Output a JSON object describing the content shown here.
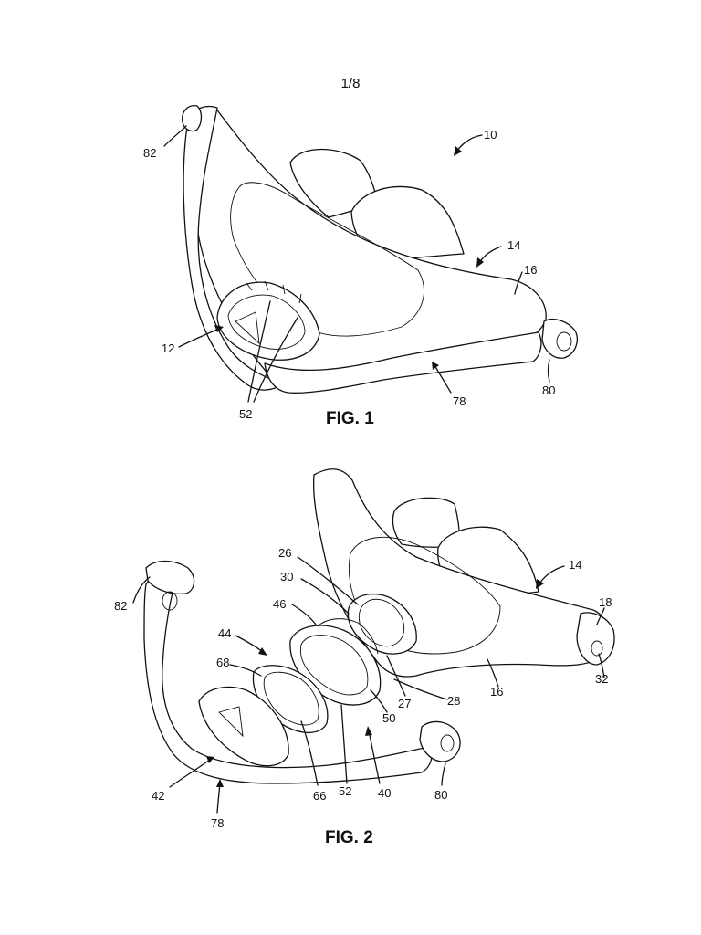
{
  "page": {
    "number": "1/8"
  },
  "figure1": {
    "caption": "FIG. 1",
    "labels": {
      "r10": "10",
      "r82": "82",
      "r14": "14",
      "r16": "16",
      "r12": "12",
      "r52": "52",
      "r78": "78",
      "r80": "80"
    }
  },
  "figure2": {
    "caption": "FIG. 2",
    "labels": {
      "r26": "26",
      "r14": "14",
      "r30": "30",
      "r18": "18",
      "r82": "82",
      "r46": "46",
      "r44": "44",
      "r68": "68",
      "r32": "32",
      "r27": "27",
      "r28": "28",
      "r16": "16",
      "r50": "50",
      "r42": "42",
      "r66": "66",
      "r52": "52",
      "r40": "40",
      "r80": "80",
      "r78": "78"
    }
  }
}
